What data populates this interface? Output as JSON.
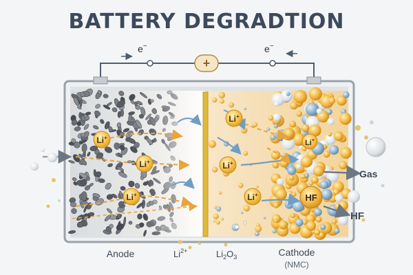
{
  "title": "BATTERY DEGRADTION",
  "circuit": {
    "electron_left": "e",
    "electron_right": "e",
    "electron_charge": "−",
    "source_symbol": "+"
  },
  "anode_ions": [
    "Li",
    "Li",
    "Li"
  ],
  "cathode_ions": [
    "Li",
    "Li",
    "Li"
  ],
  "ion_charge": "+",
  "hf_bubble": "HF",
  "outputs": {
    "gas": "Gas",
    "hf": "HF"
  },
  "bottom_labels": {
    "anode": "Anode",
    "li_label": "Li",
    "li_sup": "2+",
    "li2o3_main": "Li",
    "li2o3_sub": "2",
    "li2o3_tail": "O",
    "li2o3_tail_sub": "3",
    "cathode": "Cathode",
    "cathode_type": "(NMC)"
  },
  "colors": {
    "title": "#3d4a5c",
    "wire": "#4e5d6e",
    "anode_particles": "#5b6068",
    "cathode_particles": "#f0b43c",
    "separator": "#e1b93a",
    "ion_fill": "#f6c24a",
    "arrow_orange": "#e9a43a",
    "arrow_blue": "#6f9ec4"
  }
}
